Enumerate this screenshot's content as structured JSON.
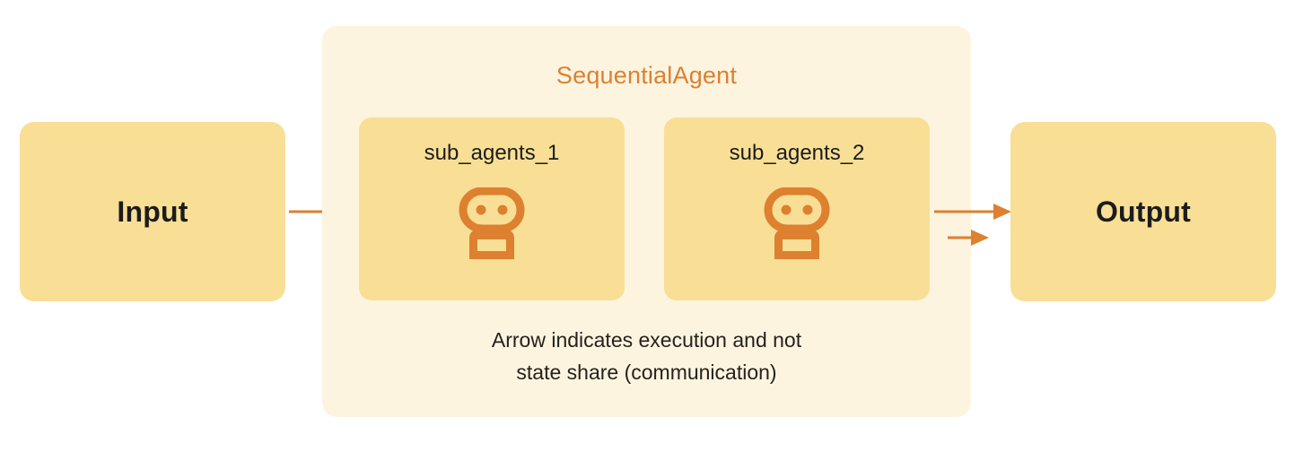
{
  "diagram": {
    "title": "SequentialAgent",
    "input": {
      "label": "Input"
    },
    "output": {
      "label": "Output"
    },
    "agents": [
      {
        "label": "sub_agents_1",
        "icon": "robot-icon"
      },
      {
        "label": "sub_agents_2",
        "icon": "robot-icon"
      }
    ],
    "caption": {
      "line1": "Arrow indicates execution and not",
      "line2": "state share (communication)"
    },
    "arrows": [
      {
        "name": "arrow-input-to-agent1",
        "from": "Input",
        "to": "sub_agents_1"
      },
      {
        "name": "arrow-agent1-to-agent2",
        "from": "sub_agents_1",
        "to": "sub_agents_2"
      },
      {
        "name": "arrow-agent2-to-output",
        "from": "sub_agents_2",
        "to": "Output"
      }
    ],
    "colors": {
      "card": "#F8DF95",
      "container": "#FDF4E0",
      "accent": "#DD8030",
      "text": "#1c1c1c",
      "background": "#FFFFFF"
    }
  }
}
